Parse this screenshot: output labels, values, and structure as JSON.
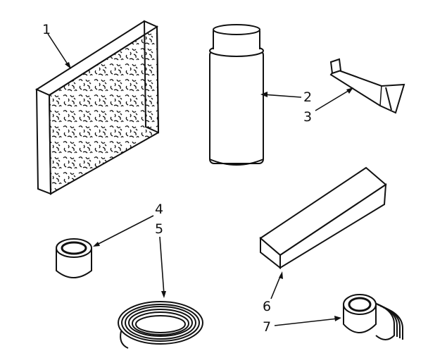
{
  "parts": [
    {
      "number": "1",
      "item": "foam-pad"
    },
    {
      "number": "2",
      "item": "spray-can"
    },
    {
      "number": "3",
      "item": "sealant-tube"
    },
    {
      "number": "4",
      "item": "tape-roll-small"
    },
    {
      "number": "5",
      "item": "cord-coil"
    },
    {
      "number": "6",
      "item": "foam-strip"
    },
    {
      "number": "7",
      "item": "tape-roll-large"
    }
  ],
  "colors": {
    "ink": "#111111",
    "paper": "#ffffff"
  }
}
